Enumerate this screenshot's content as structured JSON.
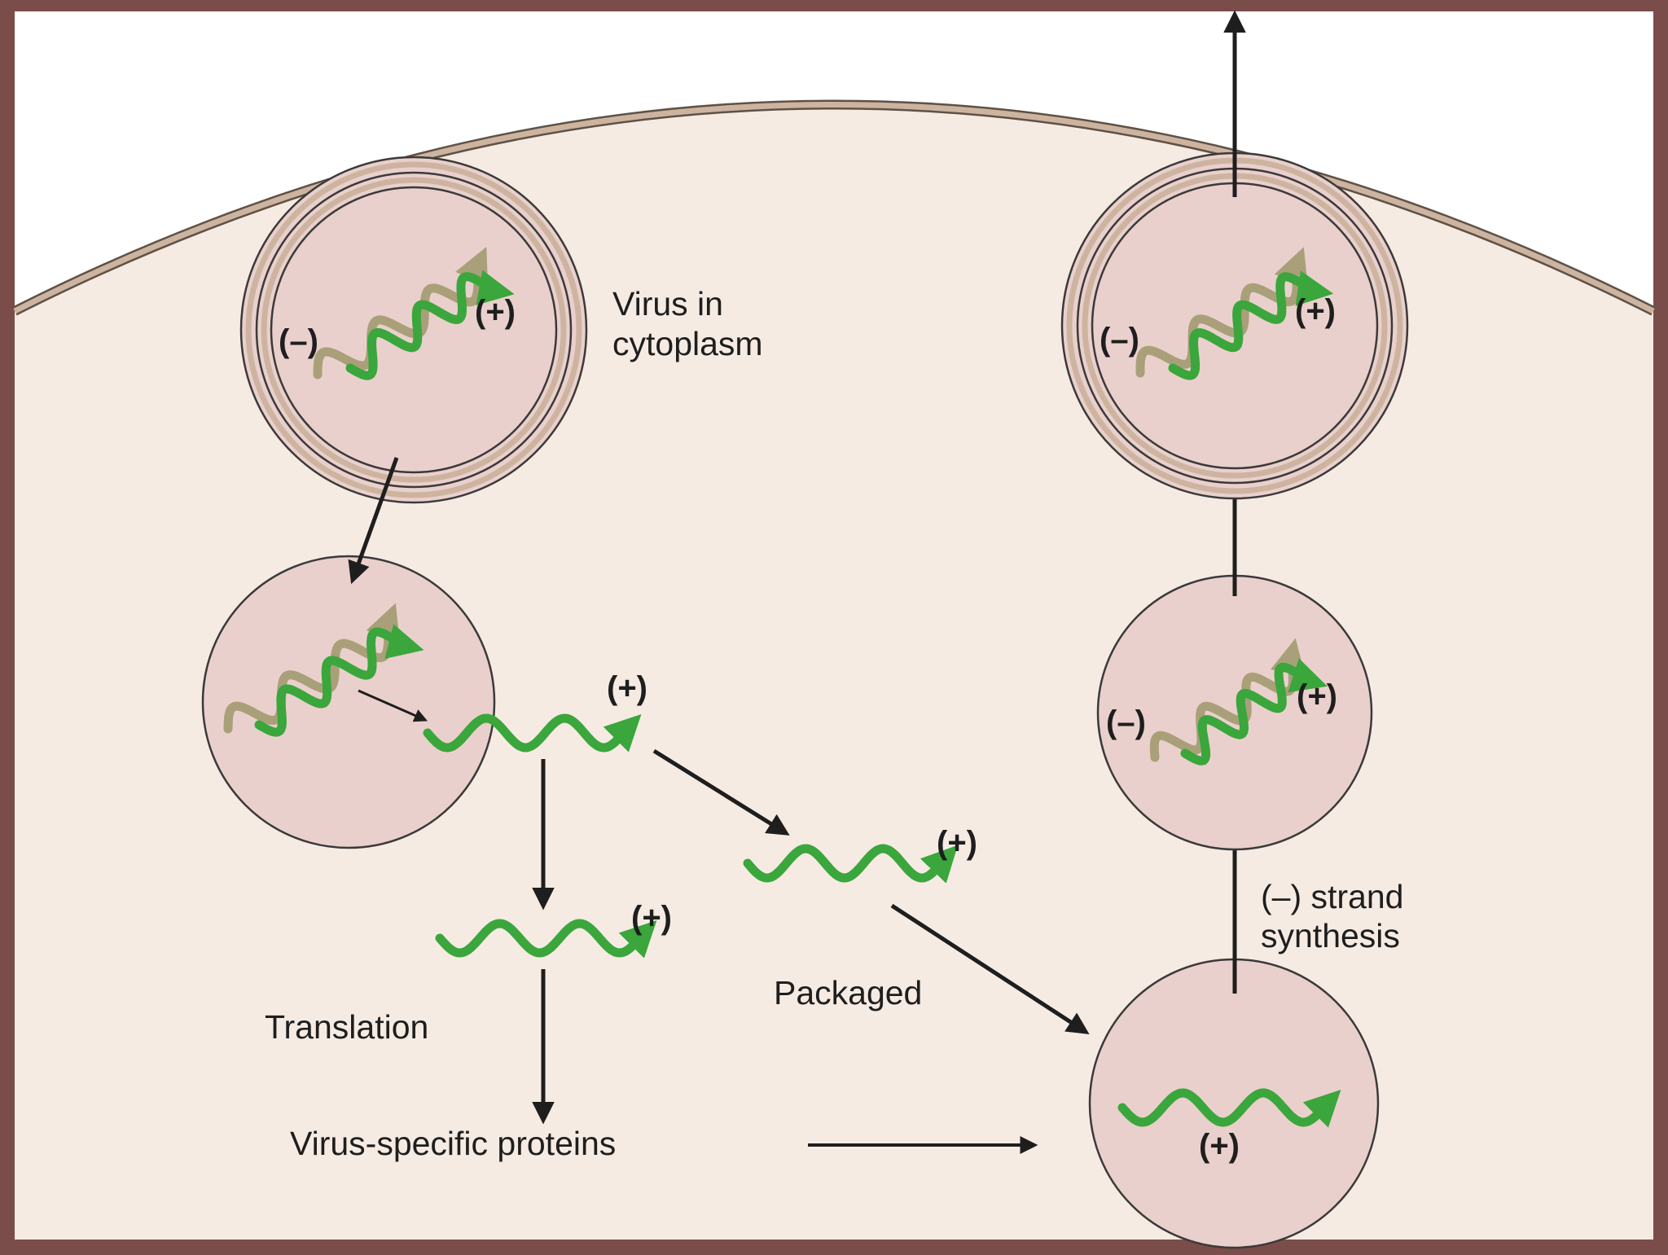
{
  "colors": {
    "frame": "#7b4d4a",
    "cell": "#f6ebe3",
    "membrane": "#cdb4a0",
    "particle": "#ead0cc",
    "rna_plus": "#3aa63c",
    "rna_minus": "#a9a07a",
    "ink": "#1e1e1e"
  },
  "labels": {
    "virus_in": "Virus in",
    "cytoplasm": "cytoplasm",
    "translation": "Translation",
    "packaged": "Packaged",
    "virus_proteins": "Virus-specific proteins",
    "minus_strand": "(–) strand",
    "synthesis": "synthesis"
  },
  "signs": {
    "plus": "(+)",
    "minus": "(–)"
  },
  "icons": [
    "double-stranded-rna-icon",
    "single-stranded-rna-icon",
    "arrow-icon"
  ]
}
